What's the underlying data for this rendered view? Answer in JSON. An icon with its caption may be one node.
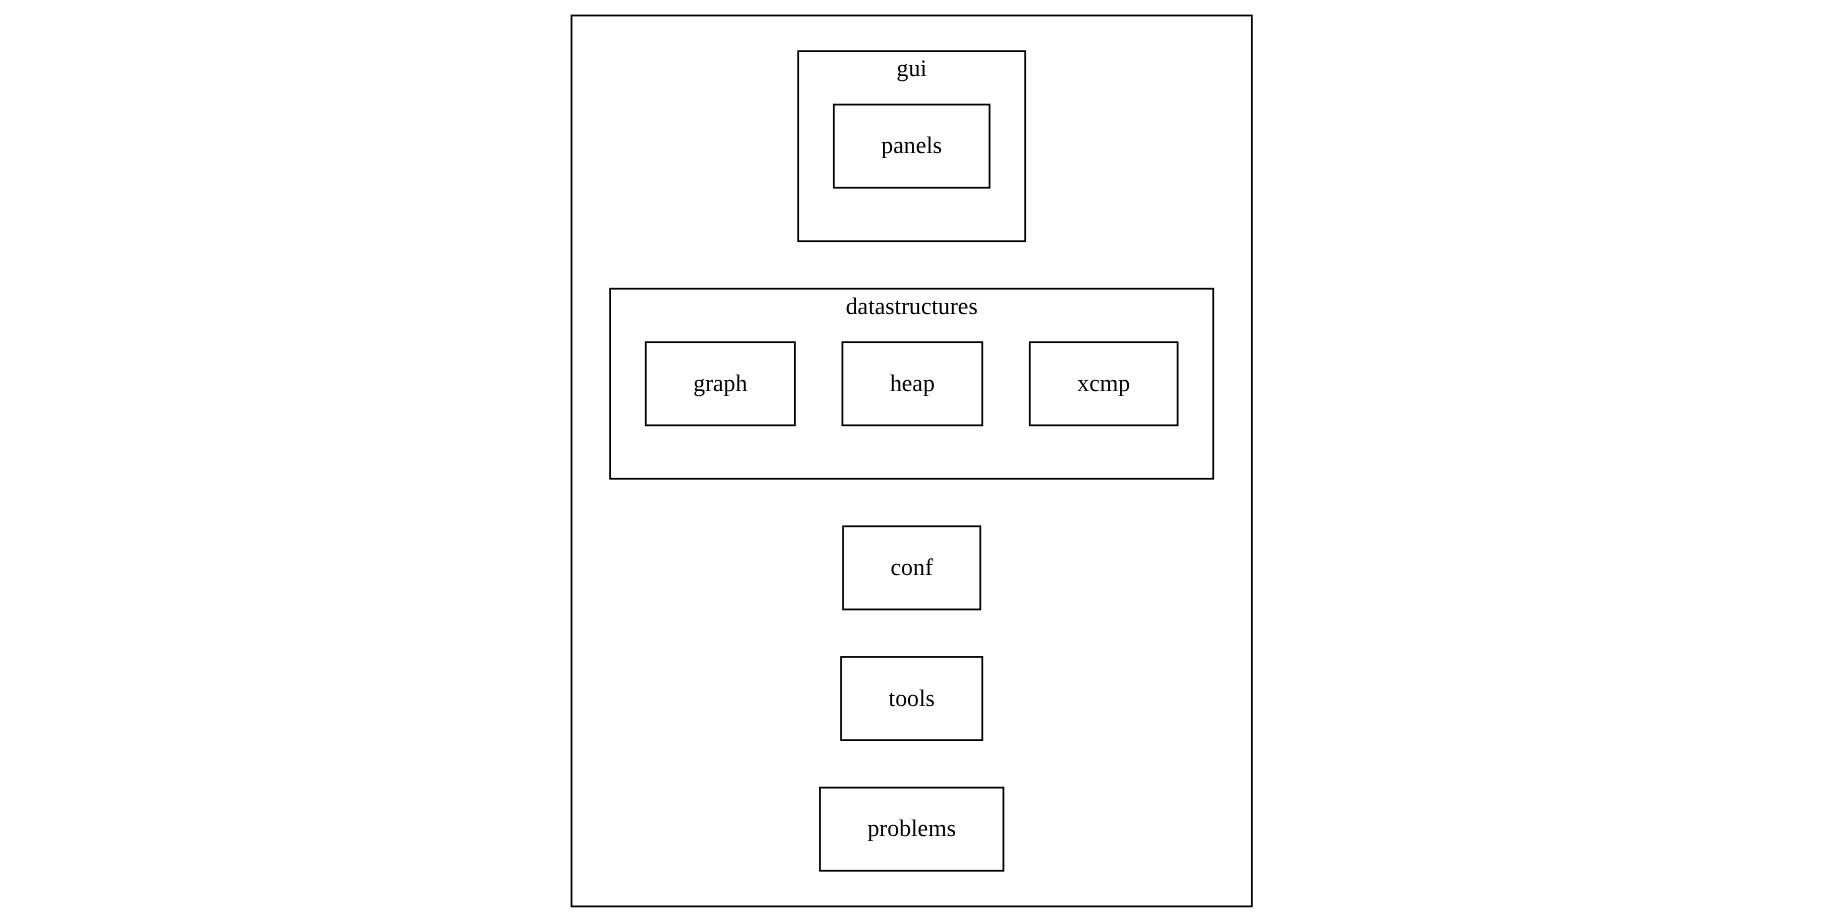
{
  "diagram": {
    "nodes": [
      {
        "text": [],
        "shape": "box"
      },
      {
        "text": [
          "conf"
        ],
        "in": 0
      },
      {
        "text": [
          "tools"
        ],
        "in": 0
      },
      {
        "text": [
          "problems"
        ],
        "in": 0
      },
      {
        "text": [
          "datastructures"
        ],
        "in": 0
      },
      {
        "text": [
          "graph"
        ],
        "in": 4
      },
      {
        "text": [
          "heap"
        ],
        "in": 4
      },
      {
        "text": [
          "xcmp"
        ],
        "in": 4
      },
      {
        "text": [
          "gui"
        ],
        "in": 0
      },
      {
        "text": [
          "panels"
        ],
        "in": 8
      }
    ],
    "edges": []
  }
}
